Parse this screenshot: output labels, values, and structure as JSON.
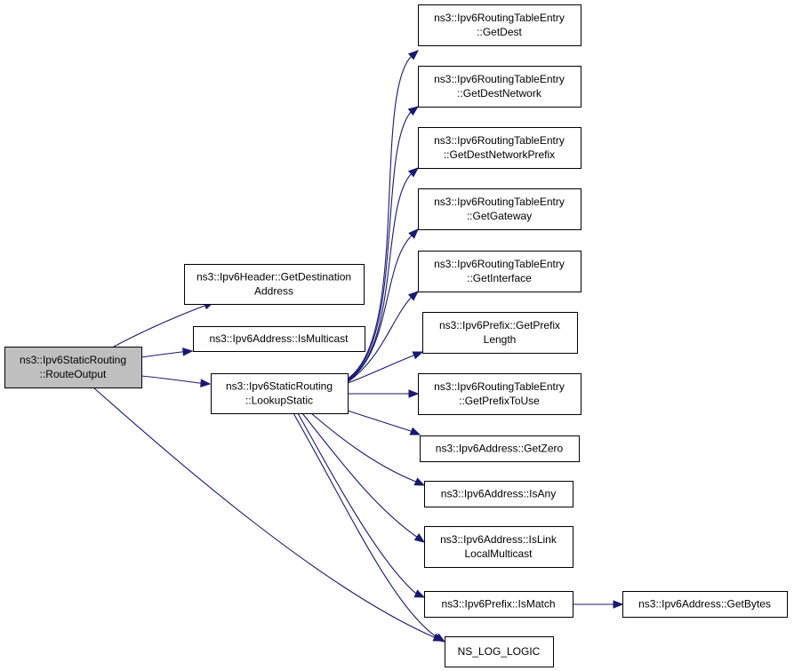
{
  "graph": {
    "nodes": {
      "route_output": [
        "ns3::Ipv6StaticRouting",
        "::RouteOutput"
      ],
      "get_destination_address": [
        "ns3::Ipv6Header::GetDestination",
        "Address"
      ],
      "is_multicast": [
        "ns3::Ipv6Address::IsMulticast"
      ],
      "lookup_static": [
        "ns3::Ipv6StaticRouting",
        "::LookupStatic"
      ],
      "get_dest": [
        "ns3::Ipv6RoutingTableEntry",
        "::GetDest"
      ],
      "get_dest_network": [
        "ns3::Ipv6RoutingTableEntry",
        "::GetDestNetwork"
      ],
      "get_dest_network_prefix": [
        "ns3::Ipv6RoutingTableEntry",
        "::GetDestNetworkPrefix"
      ],
      "get_gateway": [
        "ns3::Ipv6RoutingTableEntry",
        "::GetGateway"
      ],
      "get_interface": [
        "ns3::Ipv6RoutingTableEntry",
        "::GetInterface"
      ],
      "get_prefix_length": [
        "ns3::Ipv6Prefix::GetPrefix",
        "Length"
      ],
      "get_prefix_to_use": [
        "ns3::Ipv6RoutingTableEntry",
        "::GetPrefixToUse"
      ],
      "get_zero": [
        "ns3::Ipv6Address::GetZero"
      ],
      "is_any": [
        "ns3::Ipv6Address::IsAny"
      ],
      "is_link_local_multicast": [
        "ns3::Ipv6Address::IsLink",
        "LocalMulticast"
      ],
      "is_match": [
        "ns3::Ipv6Prefix::IsMatch"
      ],
      "get_bytes": [
        "ns3::Ipv6Address::GetBytes"
      ],
      "ns_log_logic": [
        "NS_LOG_LOGIC"
      ]
    },
    "root": "route_output",
    "edges": [
      [
        "route_output",
        "get_destination_address"
      ],
      [
        "route_output",
        "is_multicast"
      ],
      [
        "route_output",
        "lookup_static"
      ],
      [
        "route_output",
        "ns_log_logic"
      ],
      [
        "lookup_static",
        "get_dest"
      ],
      [
        "lookup_static",
        "get_dest_network"
      ],
      [
        "lookup_static",
        "get_dest_network_prefix"
      ],
      [
        "lookup_static",
        "get_gateway"
      ],
      [
        "lookup_static",
        "get_interface"
      ],
      [
        "lookup_static",
        "get_prefix_length"
      ],
      [
        "lookup_static",
        "get_prefix_to_use"
      ],
      [
        "lookup_static",
        "get_zero"
      ],
      [
        "lookup_static",
        "is_any"
      ],
      [
        "lookup_static",
        "is_link_local_multicast"
      ],
      [
        "lookup_static",
        "is_match"
      ],
      [
        "lookup_static",
        "ns_log_logic"
      ],
      [
        "is_match",
        "get_bytes"
      ]
    ],
    "colors": {
      "edge": "#191970",
      "root_fill": "#bfbfbf",
      "node_fill": "#ffffff",
      "node_border": "#000000"
    }
  }
}
